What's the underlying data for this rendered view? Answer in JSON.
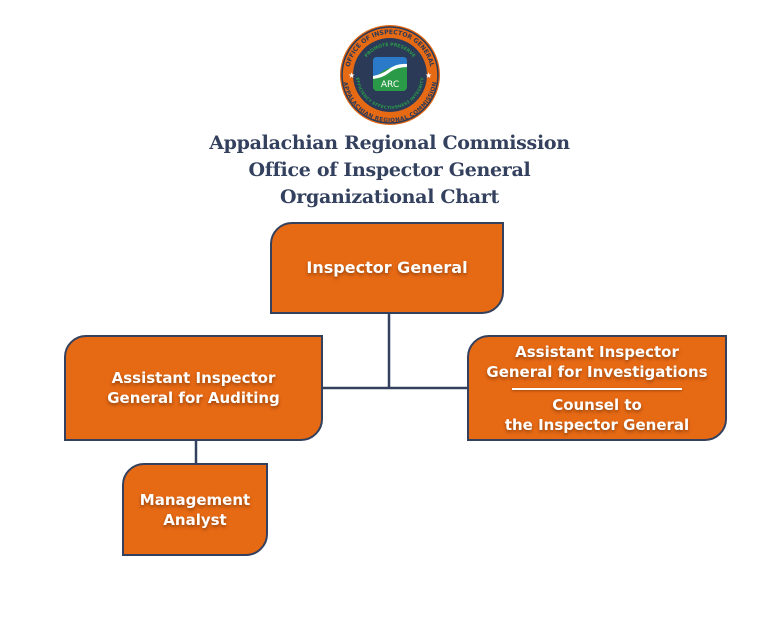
{
  "logo": {
    "outer_text_top": "OFFICE OF INSPECTOR GENERAL",
    "outer_text_bottom": "APPALACHIAN REGIONAL COMMISSION",
    "inner_text_top": "PROMOTE PRESERVE",
    "inner_text_bottom": "EFFICIENCY EFFECTIVENESS INTEGRITY",
    "center_label": "ARC",
    "colors": {
      "ring": "#e66914",
      "inner": "#2b3a57",
      "accent_green": "#2a9a48",
      "accent_blue": "#2a7ac9"
    }
  },
  "title": {
    "line1": "Appalachian Regional Commission",
    "line2": "Office of Inspector General",
    "line3": "Organizational Chart"
  },
  "colors": {
    "box_fill": "#e66914",
    "box_border": "#33405e",
    "connector": "#33405e",
    "title_text": "#33405e"
  },
  "org": {
    "inspector_general": {
      "label": "Inspector General"
    },
    "aig_auditing": {
      "line1": "Assistant Inspector",
      "line2": "General for Auditing",
      "reports_to": "Inspector General"
    },
    "aig_investigations": {
      "line1": "Assistant Inspector",
      "line2": "General for Investigations",
      "line3": "Counsel to",
      "line4": "the Inspector General",
      "reports_to": "Inspector General"
    },
    "management_analyst": {
      "line1": "Management",
      "line2": "Analyst",
      "reports_to": "Assistant Inspector General for Auditing"
    }
  }
}
